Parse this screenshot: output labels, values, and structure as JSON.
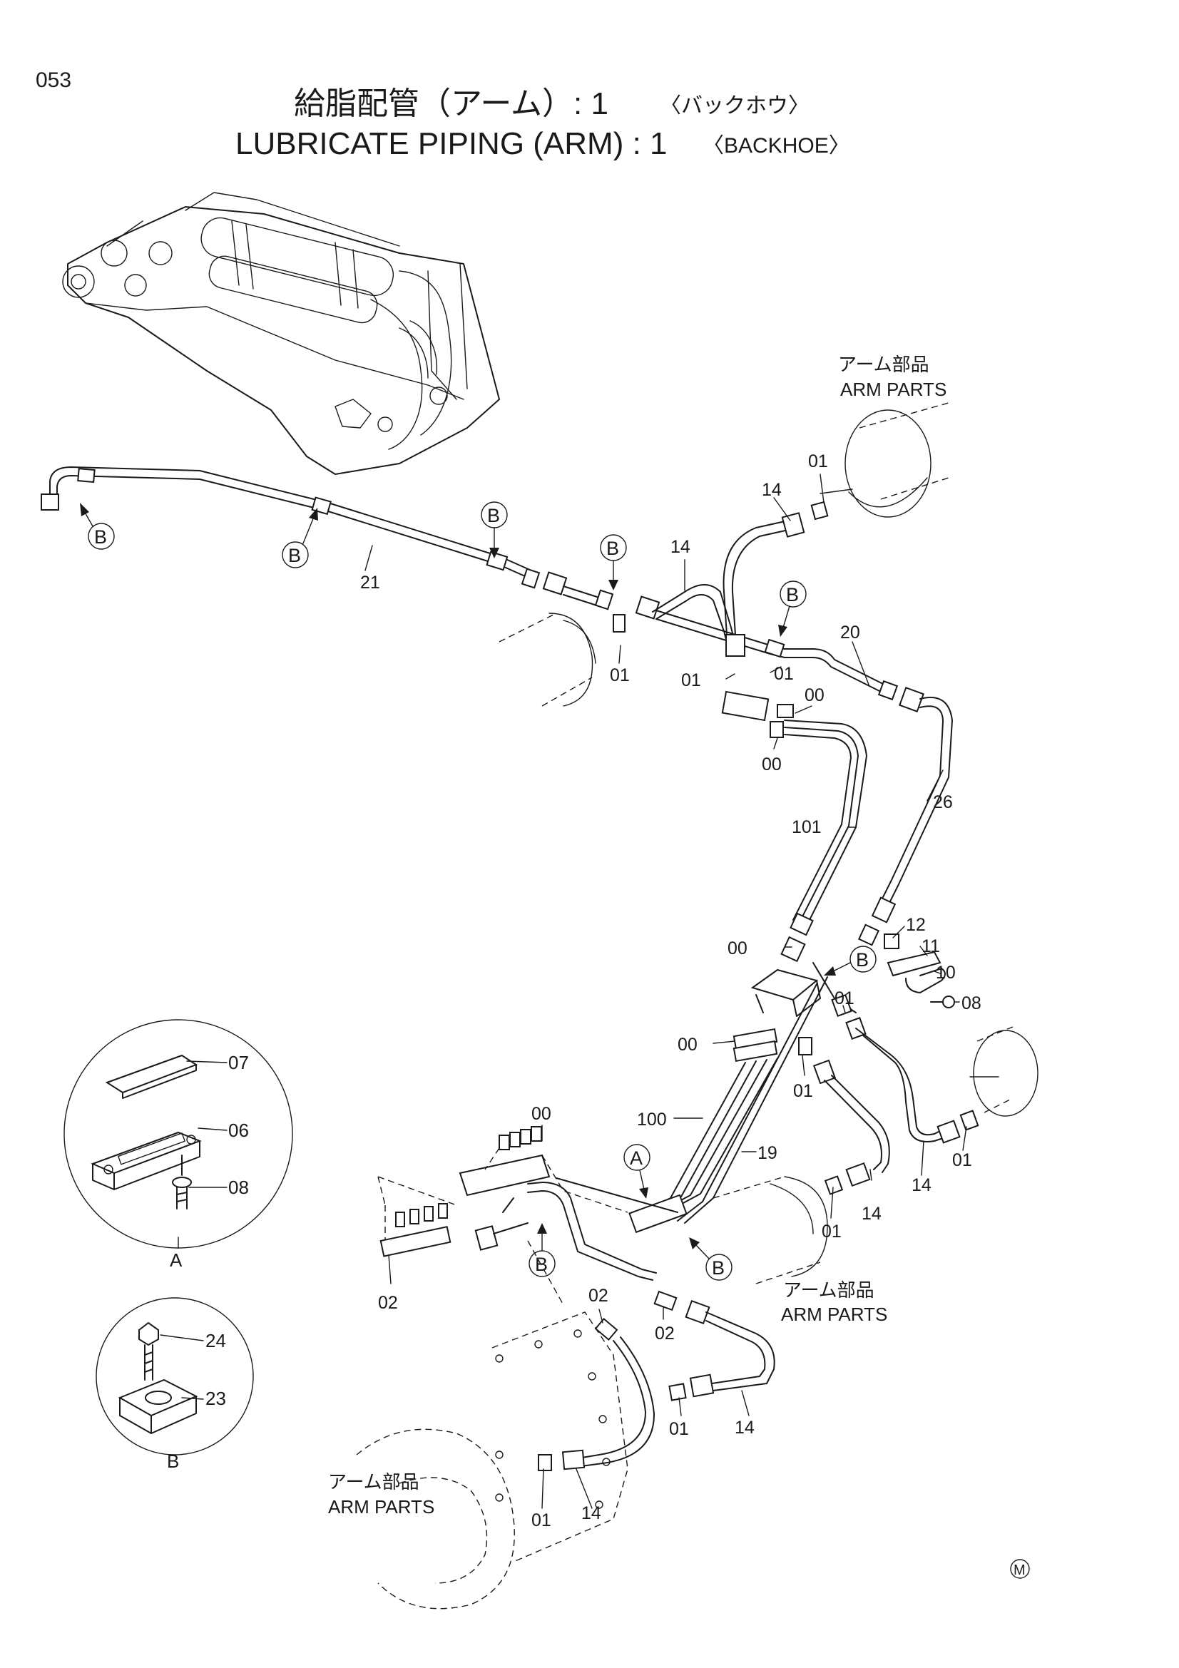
{
  "page": {
    "number": "053",
    "title_jp": "給脂配管（アーム）: 1",
    "title_jp_sub": "〈バックホウ〉",
    "title_en": "LUBRICATE PIPING (ARM) : 1",
    "title_en_sub": "〈BACKHOE〉",
    "mark": "M"
  },
  "callouts": {
    "arm_parts_1": {
      "jp": "アーム部品",
      "en": "ARM PARTS"
    },
    "arm_parts_2": {
      "jp": "アーム部品",
      "en": "ARM PARTS"
    },
    "arm_parts_3": {
      "jp": "アーム部品",
      "en": "ARM PARTS"
    }
  },
  "views": {
    "detail_a": {
      "label": "A",
      "parts": [
        "07",
        "06",
        "08"
      ]
    },
    "detail_b": {
      "label": "B",
      "parts": [
        "24",
        "23"
      ]
    }
  },
  "section_markers": [
    "A",
    "B"
  ],
  "parts": {
    "p_00a": "00",
    "p_00b": "00",
    "p_00c": "00",
    "p_00d": "00",
    "p_00e": "00",
    "p_01a": "01",
    "p_01b": "01",
    "p_01c": "01",
    "p_01d": "01",
    "p_01e": "01",
    "p_01f": "01",
    "p_01g": "01",
    "p_01h": "01",
    "p_01i": "01",
    "p_01j": "01",
    "p_02a": "02",
    "p_02b": "02",
    "p_02c": "02",
    "p_08": "08",
    "p_10": "10",
    "p_11": "11",
    "p_12": "12",
    "p_14a": "14",
    "p_14b": "14",
    "p_14c": "14",
    "p_14d": "14",
    "p_14e": "14",
    "p_14f": "14",
    "p_19": "19",
    "p_20": "20",
    "p_21": "21",
    "p_26": "26",
    "p_100": "100",
    "p_101": "101"
  }
}
